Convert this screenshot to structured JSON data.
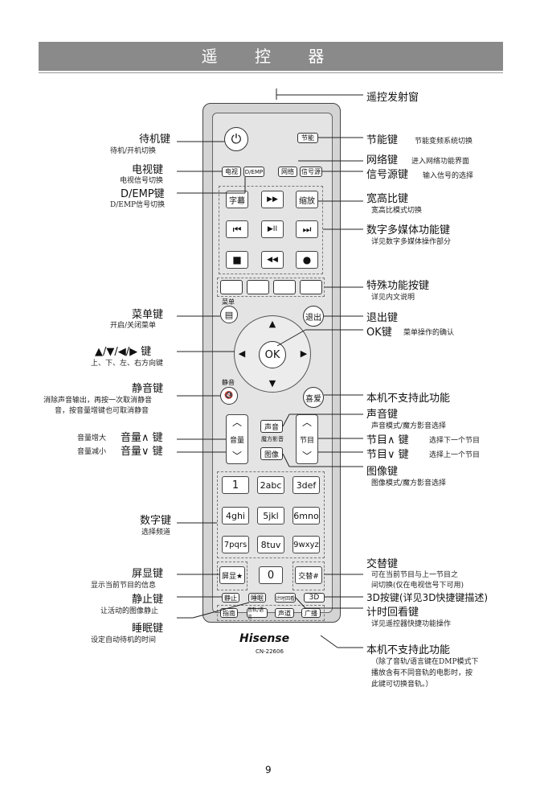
{
  "header": {
    "title": "遥 控 器"
  },
  "remote": {
    "power_glyph": "⏻",
    "eco": "节能",
    "tv": "电视",
    "demp": "D/EMP",
    "network": "网络",
    "source": "信号源",
    "subtitle": "字幕",
    "ff": "▶▶",
    "zoom": "缩放",
    "prev": "⏮",
    "playpause": "▶II",
    "next": "⏭",
    "stop": "■",
    "rew": "◀◀",
    "rec": "●",
    "menu_top": "菜单",
    "menu_icon": "▤",
    "exit": "退出",
    "up": "▲",
    "left": "◀",
    "ok": "OK",
    "right": "▶",
    "down": "▼",
    "mute_top": "静音",
    "mute_icon": "🔇",
    "fav": "喜爱",
    "vol": "音量",
    "sound": "声音",
    "magic": "魔方影音",
    "picture": "图像",
    "prog": "节目",
    "up_chev": "︿",
    "down_chev": "﹀",
    "n1": "1",
    "n2": "2abc",
    "n3": "3def",
    "n4": "4ghi",
    "n5": "5jkl",
    "n6": "6mno",
    "n7": "7pqrs",
    "n8": "8tuv",
    "n9": "9wxyz",
    "display": "屏显★",
    "zero": "0",
    "swap": "交替#",
    "freeze": "静止",
    "sleep": "睡眠",
    "timer": "计时回看",
    "threed": "3D",
    "guide": "指南",
    "audio": "音轨/语言",
    "channel": "声道",
    "broadcast": "广播",
    "brand": "Hisense",
    "model": "CN-22606"
  },
  "left_labels": {
    "standby": "待机键",
    "standby_sub": "待机/开机切换",
    "tv": "电视键",
    "tv_sub": "电视信号切换",
    "demp": "D/EMP键",
    "demp_sub": "D/EMP信号切换",
    "menu": "菜单键",
    "menu_sub": "开启/关闭菜单",
    "arrows": "▲/▼/◀/▶ 键",
    "arrows_sub": "上、下、左、右方向键",
    "mute": "静音键",
    "mute_sub1": "消除声音输出，再按一次取消静音",
    "mute_sub2": "音，按音量增键也可取消静音",
    "volup_pre": "音量增大",
    "volup": "音量∧ 键",
    "voldown_pre": "音量减小",
    "voldown": "音量∨ 键",
    "num": "数字键",
    "num_sub": "选择频道",
    "display": "屏显键",
    "display_sub": "显示当前节目的信息",
    "freeze": "静止键",
    "freeze_sub": "让活动的图像静止",
    "sleep": "睡眠键",
    "sleep_sub": "设定自动待机的时间"
  },
  "right_labels": {
    "ir": "遥控发射窗",
    "eco": "节能键",
    "eco_sub": "节能变频系统切换",
    "network": "网络键",
    "network_sub": "进入网络功能界面",
    "source": "信号源键",
    "source_sub": "输入信号的选择",
    "aspect": "宽高比键",
    "aspect_sub": "宽高比模式切换",
    "media": "数字多媒体功能键",
    "media_sub": "详见数字多媒体操作部分",
    "special": "特殊功能按键",
    "special_sub": "详见内文说明",
    "exit": "退出键",
    "ok": "OK键",
    "ok_sub": "菜单操作的确认",
    "unsupported": "本机不支持此功能",
    "sound": "声音键",
    "sound_sub": "声音模式/魔方影音选择",
    "progup": "节目∧ 键",
    "progup_sub": "选择下一个节目",
    "progdown": "节目∨ 键",
    "progdown_sub": "选择上一个节目",
    "picture": "图像键",
    "picture_sub": "图像模式/魔方影音选择",
    "swap": "交替键",
    "swap_sub1": "可在当前节目与上一节目之",
    "swap_sub2": "间切换(仅在电视信号下可用)",
    "threed": "3D按键(详见3D快捷键描述)",
    "timer": "计时回看键",
    "timer_sub": "详见遥控器快捷功能操作",
    "unsupported2": "本机不支持此功能",
    "note1": "（除了音轨/语言键在DMP模式下",
    "note2": "播放含有不同音轨的电影时，按",
    "note3": "此键可切换音轨。）"
  },
  "page_number": "9"
}
